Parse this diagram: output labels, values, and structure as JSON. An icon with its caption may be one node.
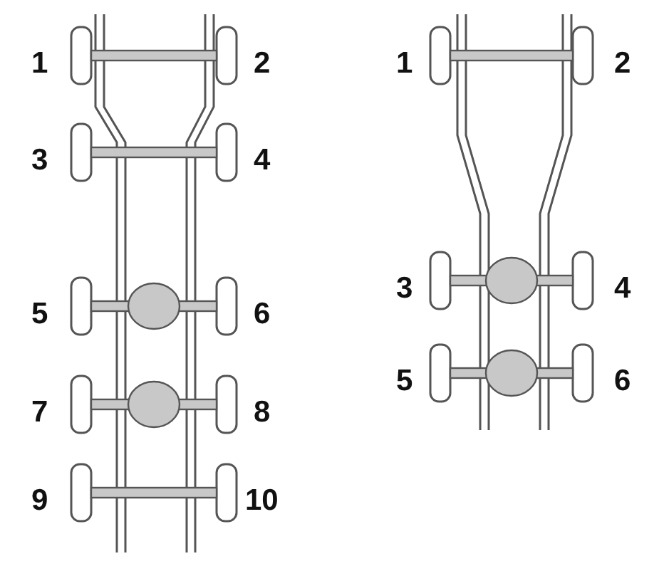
{
  "diagram": {
    "labels": [
      "1",
      "2",
      "3",
      "4",
      "5",
      "6",
      "7",
      "8",
      "9",
      "10",
      "1",
      "2",
      "3",
      "4",
      "5",
      "6"
    ]
  }
}
